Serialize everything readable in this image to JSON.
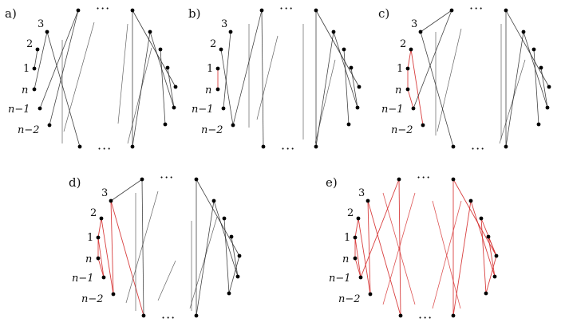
{
  "panels": [
    {
      "id": "a",
      "label": "a)"
    },
    {
      "id": "b",
      "label": "b)"
    },
    {
      "id": "c",
      "label": "c)"
    },
    {
      "id": "d",
      "label": "d)"
    },
    {
      "id": "e",
      "label": "e)"
    }
  ],
  "vertex_labels": [
    "3",
    "2",
    "1",
    "n",
    "n−1",
    "n−2"
  ],
  "ellipsis": "···",
  "colors": {
    "edge": "#222222",
    "highlight": "#d42a2a",
    "vertex": "#000000"
  }
}
